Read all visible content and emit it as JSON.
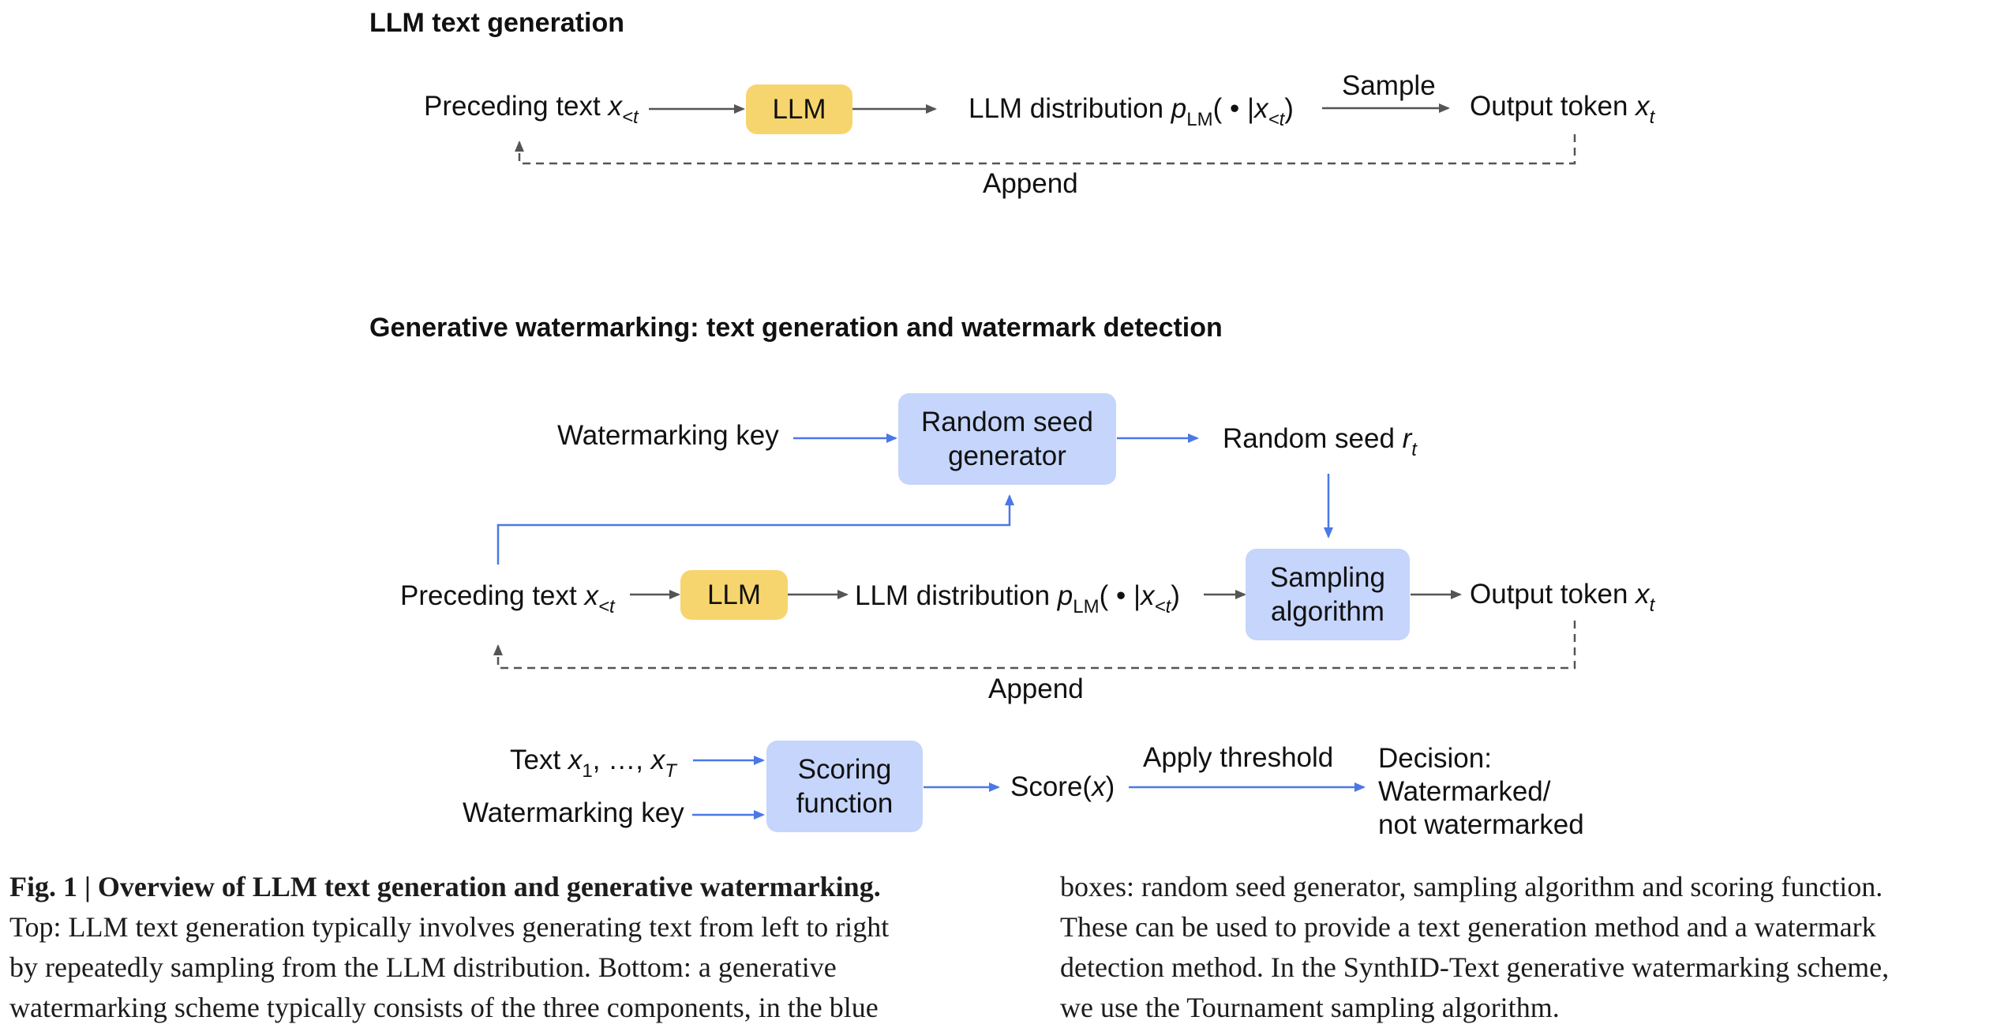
{
  "top": {
    "heading": "LLM text generation",
    "preceding_text": "Preceding text ",
    "x": "x",
    "sub_lt_t": "<t",
    "llm": "LLM",
    "llm_distribution": "LLM distribution ",
    "p": "p",
    "sub_lm": "LM",
    "dot_bar": "( • |",
    "close_paren": ")",
    "sample": "Sample",
    "output_token": "Output token ",
    "sub_t": "t",
    "append": "Append"
  },
  "bottom": {
    "heading": "Generative watermarking: text generation and watermark detection",
    "watermarking_key": "Watermarking key",
    "random_seed_generator": "Random seed generator",
    "random_seed": "Random seed ",
    "r": "r",
    "sub_t": "t",
    "preceding_text": "Preceding text ",
    "llm": "LLM",
    "llm_distribution": "LLM distribution ",
    "sampling_algorithm": "Sampling algorithm",
    "output_token": "Output token ",
    "append": "Append"
  },
  "detection": {
    "text_prefix": "Text ",
    "sub_1": "1",
    "ellipsis": ", …, ",
    "sub_T": "T",
    "watermarking_key": "Watermarking key",
    "scoring_function": "Scoring function",
    "score": "Score(",
    "score_x": "x",
    "score_close": ")",
    "apply_threshold": "Apply threshold",
    "decision_1": "Decision:",
    "decision_2": "Watermarked/",
    "decision_3": "not watermarked"
  },
  "caption": {
    "fig_label": "Fig. 1 | Overview of LLM text generation and generative watermarking.",
    "left_lines": [
      "Top: LLM text generation typically involves generating text from left to right",
      "by repeatedly sampling from the LLM distribution. Bottom: a generative",
      "watermarking scheme typically consists of the three components, in the blue"
    ],
    "right_lines": [
      "boxes: random seed generator, sampling algorithm and scoring function.",
      "These can be used to provide a text generation method and a watermark",
      "detection method. In the SynthID-Text generative watermarking scheme,",
      "we use the Tournament sampling algorithm."
    ]
  },
  "colors": {
    "llm_box": "#f7d56e",
    "component_box": "#c5d5fb",
    "blue_arrow": "#4a78e6",
    "grey_arrow": "#555555"
  }
}
